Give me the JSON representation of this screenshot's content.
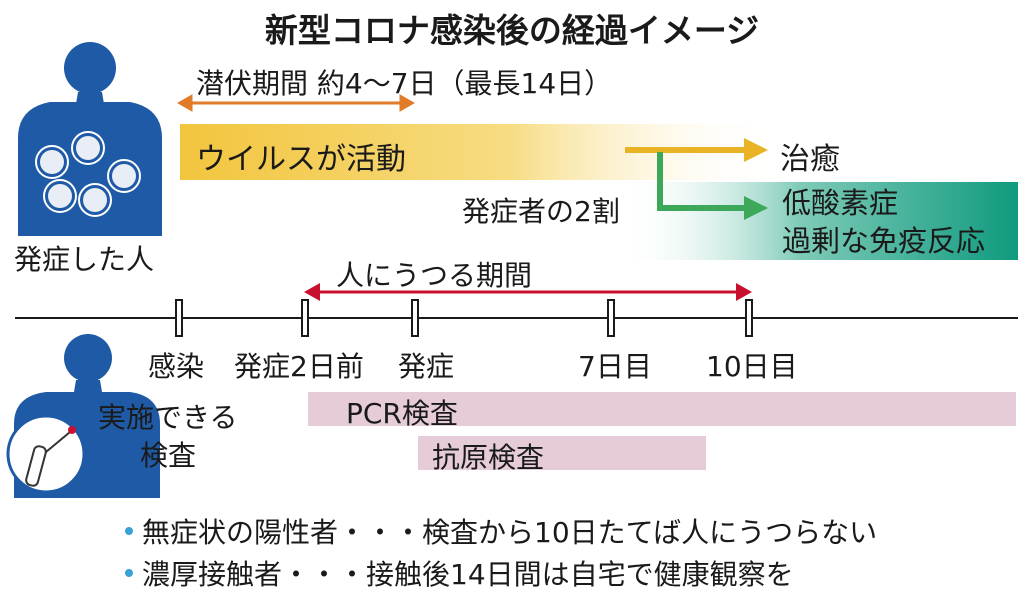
{
  "title": "新型コロナ感染後の経過イメージ",
  "patient_label": "発症した人",
  "incubation_label": "潜伏期間 約4～7日（最長14日）",
  "virus_label": "ウイルスが活動",
  "recovery_label": "治癒",
  "severe_ratio_label": "発症者の2割",
  "severe_line1": "低酸素症",
  "severe_line2": "過剰な免疫反応",
  "contagious_label": "人にうつる期間",
  "timeline": {
    "infection": "感染",
    "two_days_before": "発症2日前",
    "onset": "発症",
    "day7": "7日目",
    "day10": "10日目"
  },
  "tests_label_line1": "実施できる",
  "tests_label_line2": "検査",
  "pcr_label": "PCR検査",
  "antigen_label": "抗原検査",
  "notes": [
    "無症状の陽性者・・・検査から10日たてば人にうつらない",
    "濃厚接触者・・・接触後14日間は自宅で健康観察を"
  ],
  "colors": {
    "figure": "#1f5aa6",
    "virus_bar": "#f2c53d",
    "severe_bar": "#16a185",
    "orange_arrow": "#e07b2a",
    "red_arrow": "#c8102e",
    "yellow_arrow": "#e8b324",
    "green_arrow": "#3da85a",
    "test_bar": "#e6ccd9"
  }
}
